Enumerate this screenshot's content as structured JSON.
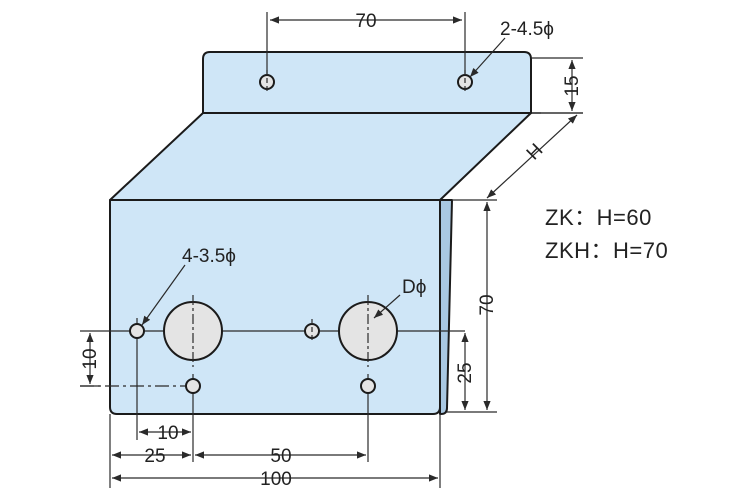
{
  "colors": {
    "plate_fill": "#cfe6f7",
    "plate_side": "#a9c8e2",
    "outline": "#1b1b1b",
    "line": "#2a2a2a",
    "hole_fill": "#e4e4e4"
  },
  "dimensions": {
    "top_hole_pitch": "70",
    "top_hole_spec": "2-4.5ϕ",
    "flange_height": "15",
    "bend_length": "H",
    "bottom_hole_spec": "4-3.5ϕ",
    "large_hole_spec": "Dϕ",
    "vertical_height": "70",
    "hole_row_height": "25",
    "hole_offset_vertical": "10",
    "hole_offset_horizontal": "10",
    "first_hole_x": "25",
    "hole_pitch_bottom": "50",
    "overall_width": "100"
  },
  "notes": {
    "zk": "ZK：H=60",
    "zkh": "ZKH：H=70"
  }
}
